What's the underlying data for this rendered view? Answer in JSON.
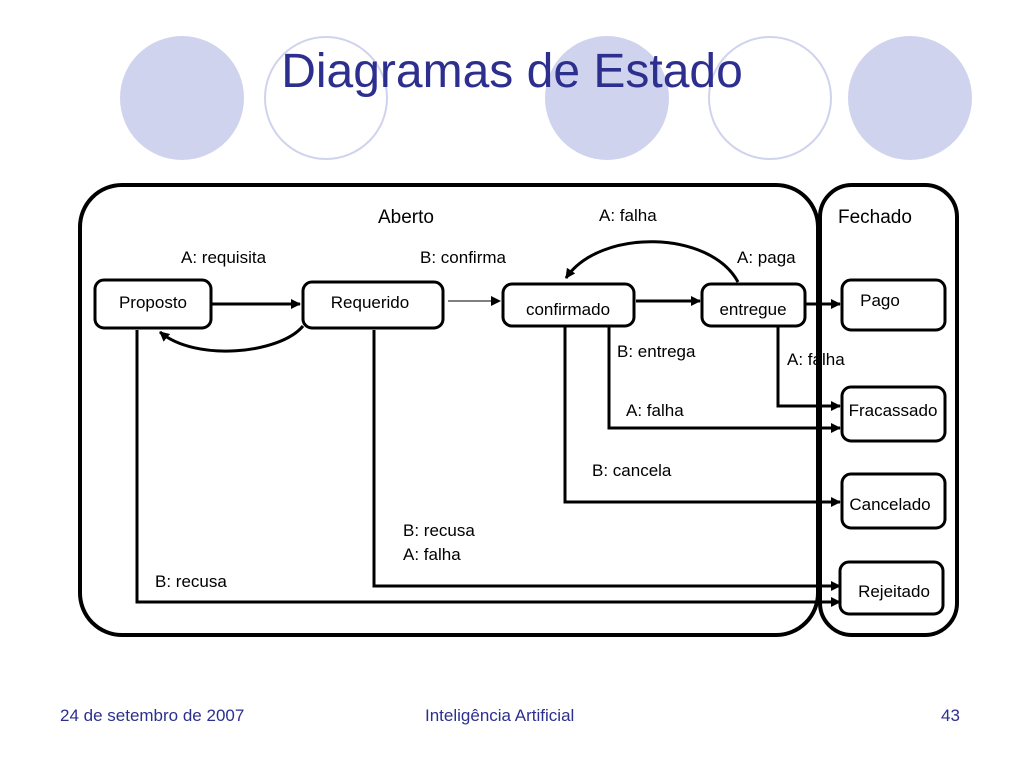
{
  "slide": {
    "title": "Diagramas de Estado"
  },
  "regions": {
    "open": "Aberto",
    "closed": "Fechado"
  },
  "states": {
    "proposto": "Proposto",
    "requerido": "Requerido",
    "confirmado": "confirmado",
    "entregue": "entregue",
    "pago": "Pago",
    "fracassado": "Fracassado",
    "cancelado": "Cancelado",
    "rejeitado": "Rejeitado"
  },
  "transitions": {
    "requisita": "A: requisita",
    "confirma": "B: confirma",
    "falha_top": "A: falha",
    "paga": "A: paga",
    "entrega": "B:  entrega",
    "falha_entregue": "A: falha",
    "falha_confirmado": "A: falha",
    "cancela": "B: cancela",
    "recusa_requerido": "B: recusa",
    "falha_requerido": "A: falha",
    "recusa_proposto": "B: recusa"
  },
  "footer": {
    "date": "24 de setembro de 2007",
    "course": "Inteligência Artificial",
    "page": "43"
  },
  "colors": {
    "title": "#2d2f8f",
    "decoration": "#d0d3ee",
    "lines": "#000000"
  }
}
